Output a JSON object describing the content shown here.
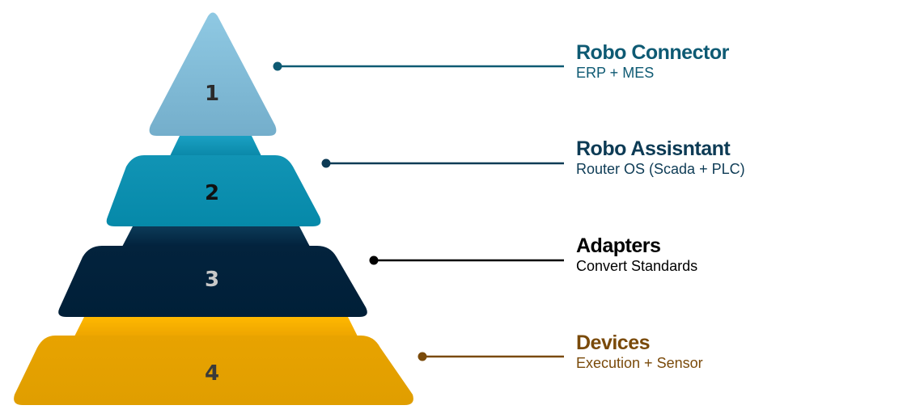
{
  "diagram": {
    "type": "pyramid",
    "tiers": [
      {
        "number": "1",
        "title": "Robo Connector",
        "subtitle": "ERP + MES",
        "fill_top": "#8fc9e3",
        "fill_bottom": "#74aecb",
        "number_color": "#2b2b2b",
        "text_color": "#0e5a73"
      },
      {
        "number": "2",
        "title": "Robo Assisntant",
        "subtitle": "Router OS (Scada + PLC)",
        "fill_top": "#1a9abd",
        "fill_bottom": "#0a8aaa",
        "number_color": "#111111",
        "text_color": "#0d3b55"
      },
      {
        "number": "3",
        "title": "Adapters",
        "subtitle": "Convert Standards",
        "fill_top": "#0a3350",
        "fill_bottom": "#00203a",
        "number_color": "#c8c8c8",
        "text_color": "#000000"
      },
      {
        "number": "4",
        "title": "Devices",
        "subtitle": "Execution + Sensor",
        "fill_top": "#fdb706",
        "fill_bottom": "#e3a000",
        "number_color": "#3a3a3a",
        "text_color": "#7a4a0a"
      }
    ]
  }
}
